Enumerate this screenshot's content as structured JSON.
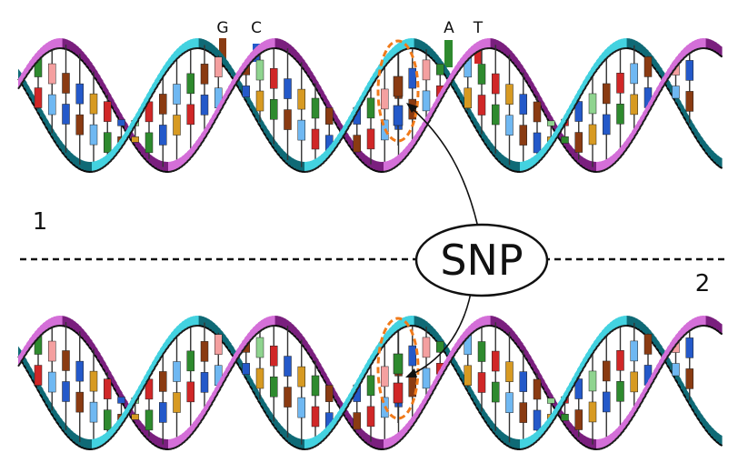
{
  "legend": {
    "items": [
      {
        "letter": "G",
        "color": "#8a3b12"
      },
      {
        "letter": "C",
        "color": "#2459c9"
      },
      {
        "letter": "A",
        "color": "#2e8a2e"
      },
      {
        "letter": "T",
        "color": "#d02727"
      }
    ]
  },
  "labels": {
    "strand_1": "1",
    "strand_2": "2",
    "snp": "SNP"
  },
  "colors": {
    "strand_a": "#d46fd8",
    "strand_a_dark": "#7a1f7e",
    "strand_b": "#43d2e0",
    "strand_b_dark": "#0f6a76",
    "highlight": "#f07a1a",
    "G": "#8a3b12",
    "C": "#2459c9",
    "A": "#2e8a2e",
    "T": "#d02727",
    "lightA": "#8fd48f",
    "lightT": "#f4a0a0",
    "gold": "#d79a22",
    "sky": "#6fb8f2"
  },
  "bases": [
    "A",
    "T",
    "G",
    "C",
    "G",
    "T",
    "C",
    "A",
    "T",
    "G",
    "C",
    "A",
    "G",
    "T",
    "C",
    "G",
    "A",
    "T",
    "C",
    "G",
    "A",
    "G",
    "T",
    "C",
    "A",
    "T",
    "G",
    "C",
    "T",
    "A",
    "G",
    "C",
    "A",
    "T",
    "G",
    "C",
    "G",
    "A",
    "T",
    "C",
    "A",
    "G",
    "T",
    "C",
    "G",
    "A",
    "T",
    "C"
  ],
  "snp_variant": {
    "strand_1": "G",
    "strand_2": "A"
  }
}
